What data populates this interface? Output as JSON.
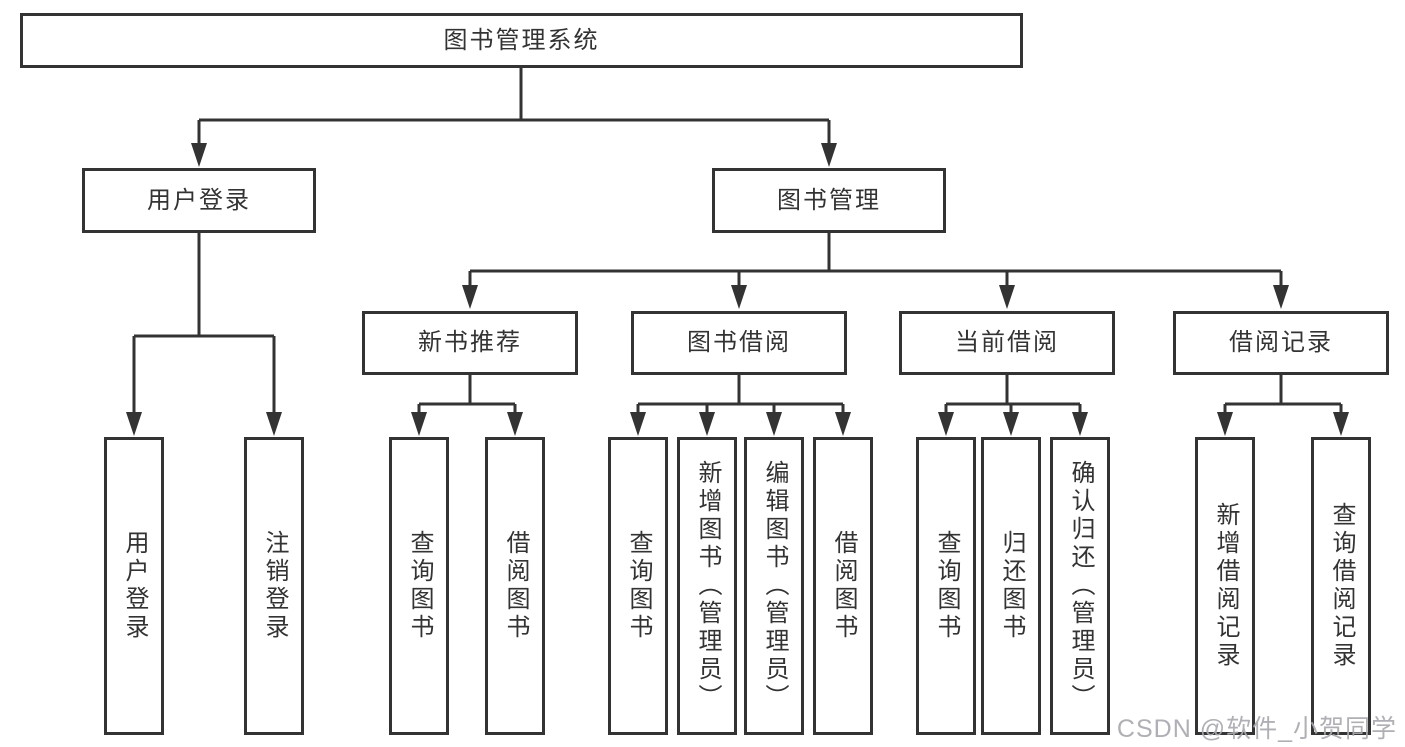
{
  "tree": {
    "root": "图书管理系统",
    "branches": [
      {
        "label": "用户登录",
        "children": [
          "用户登录",
          "注销登录"
        ]
      },
      {
        "label": "图书管理",
        "groups": [
          {
            "label": "新书推荐",
            "children": [
              "查询图书",
              "借阅图书"
            ]
          },
          {
            "label": "图书借阅",
            "children": [
              "查询图书",
              "新增图书（管理员）",
              "编辑图书（管理员）",
              "借阅图书"
            ]
          },
          {
            "label": "当前借阅",
            "children": [
              "查询图书",
              "归还图书",
              "确认归还（管理员）"
            ]
          },
          {
            "label": "借阅记录",
            "children": [
              "新增借阅记录",
              "查询借阅记录"
            ]
          }
        ]
      }
    ]
  },
  "watermark": {
    "text": "CSDN @软件_小贺同学"
  },
  "colors": {
    "line": "#333333",
    "box_border": "#333333",
    "text": "#333333",
    "background": "#ffffff",
    "watermark": "#a8a8af"
  }
}
